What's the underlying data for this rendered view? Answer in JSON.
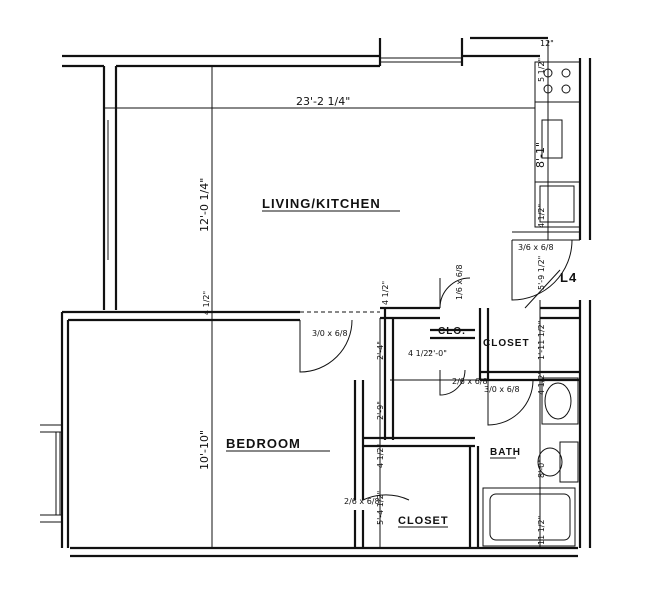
{
  "rooms": {
    "living_kitchen": "LIVING/KITCHEN",
    "bedroom": "BEDROOM",
    "closet_hall": "CLOSET",
    "closet_bedroom": "CLOSET",
    "clo": "CLO.",
    "bath": "BATH",
    "unit": "L4"
  },
  "dimensions": {
    "overall_width": "23'-2 1/4\"",
    "living_depth": "12'-0 1/4\"",
    "bedroom_depth": "10'-10\"",
    "kitchen_run": "8'-1\"",
    "top_12": "12\"",
    "top_5_half": "5 1/2\"",
    "side_4_half": "4 1/2\"",
    "wall_4_half_left": "4 1/2\"",
    "wall_4_half_mid": "4 1/2\"",
    "hall_2_4": "2'-4\"",
    "hall_2_9": "2'-9\"",
    "clo_2_0": "2'-0\"",
    "clo_4_half": "4 1/2\"",
    "hall_5_9": "5'-9 1/2\"",
    "bath_1_11": "1'-11 1/2\"",
    "bath_4_half": "4 1/2\"",
    "bath_8_0": "8'-0\"",
    "bath_11_half": "11 1/2\"",
    "closet_5": "5'-4 1/2\"",
    "closet_4_half": "4 1/2\"",
    "door_36": "3/6 x 6/8",
    "door_30": "3/0 x 6/8",
    "door_26": "2/6 x 6/8",
    "door_bath": "3/0 x 6/8",
    "door_clo": "1/6 x 6/8",
    "door_26_b": "2/6 x 6/8"
  }
}
